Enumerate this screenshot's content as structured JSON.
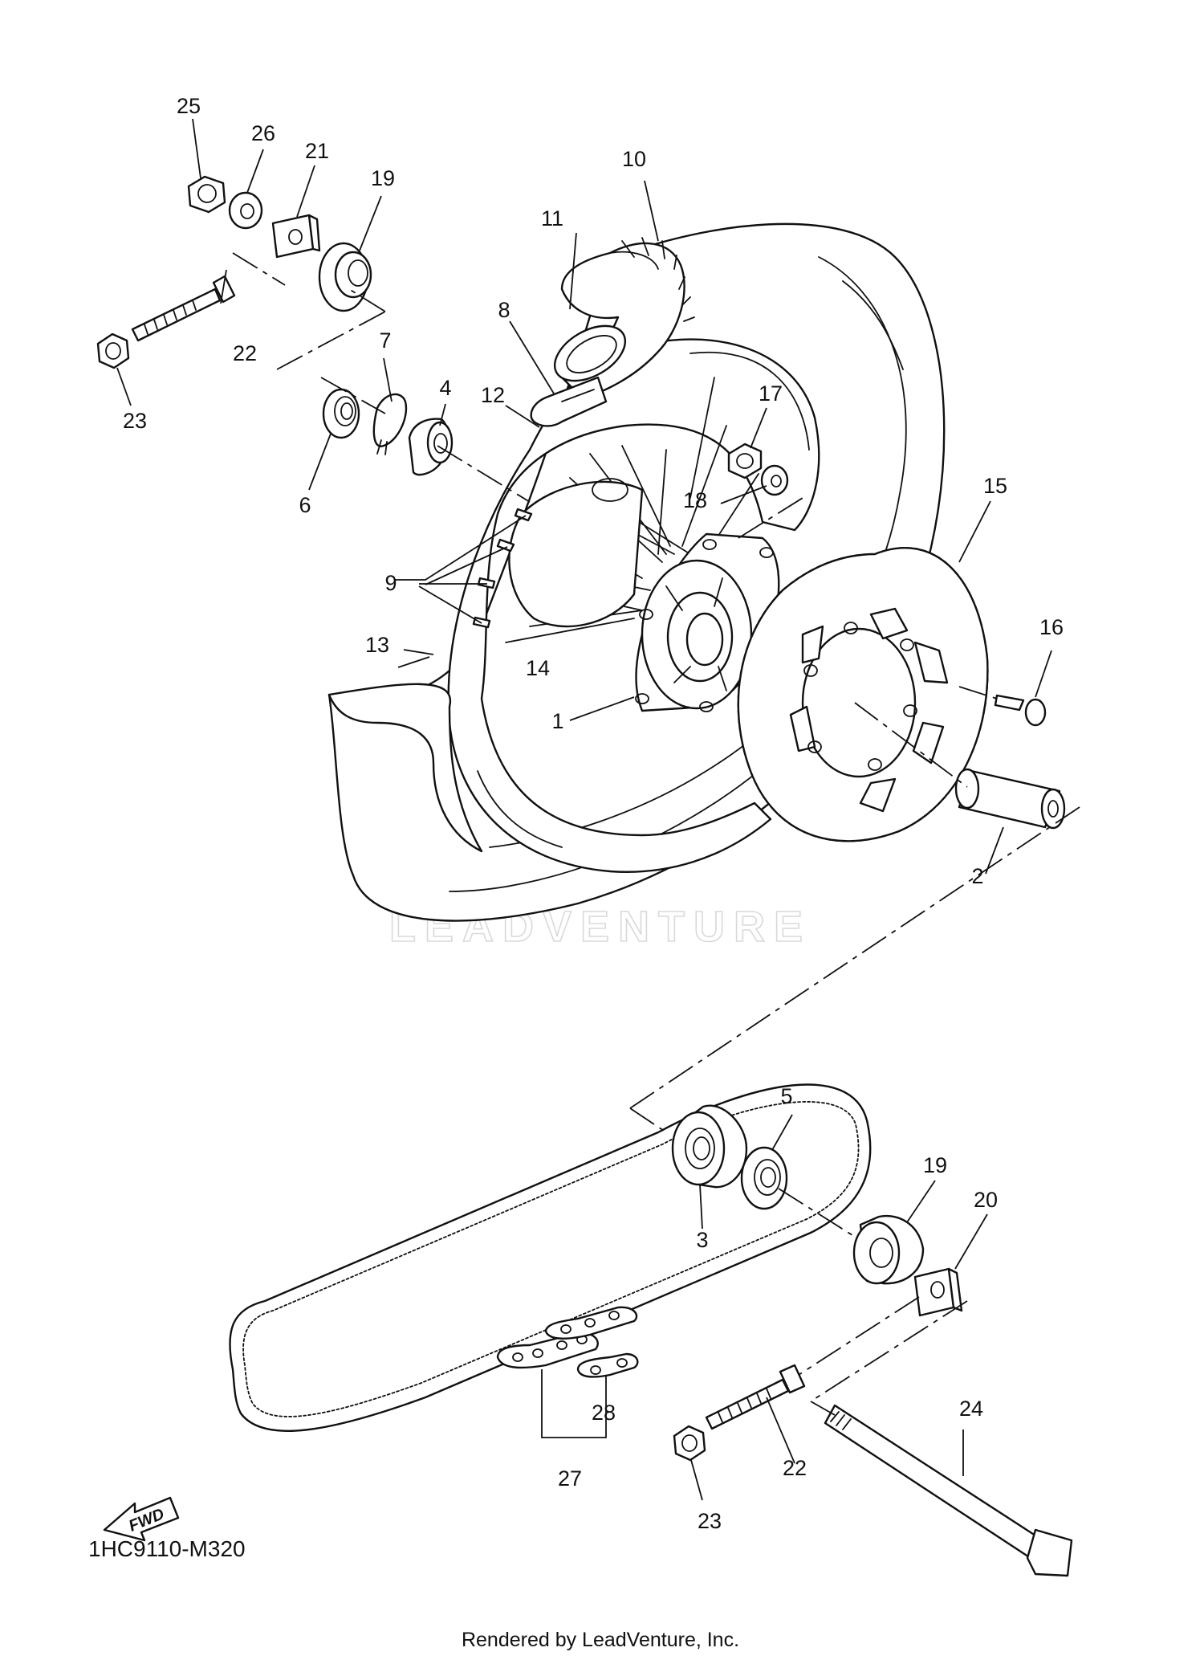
{
  "diagram": {
    "code": "1HC9110-M320",
    "rendered_by": "Rendered by LeadVenture, Inc.",
    "watermark": "LEADVENTURE",
    "fwd_label": "FWD",
    "callouts": {
      "c1": "1",
      "c2": "2",
      "c3": "3",
      "c4": "4",
      "c5": "5",
      "c6": "6",
      "c7": "7",
      "c8": "8",
      "c9": "9",
      "c10": "10",
      "c11": "11",
      "c12": "12",
      "c13": "13",
      "c14": "14",
      "c15": "15",
      "c16": "16",
      "c17": "17",
      "c18": "18",
      "c19a": "19",
      "c19b": "19",
      "c20": "20",
      "c21": "21",
      "c22a": "22",
      "c22b": "22",
      "c23a": "23",
      "c23b": "23",
      "c24": "24",
      "c25": "25",
      "c26": "26",
      "c27": "27",
      "c28": "28"
    }
  }
}
